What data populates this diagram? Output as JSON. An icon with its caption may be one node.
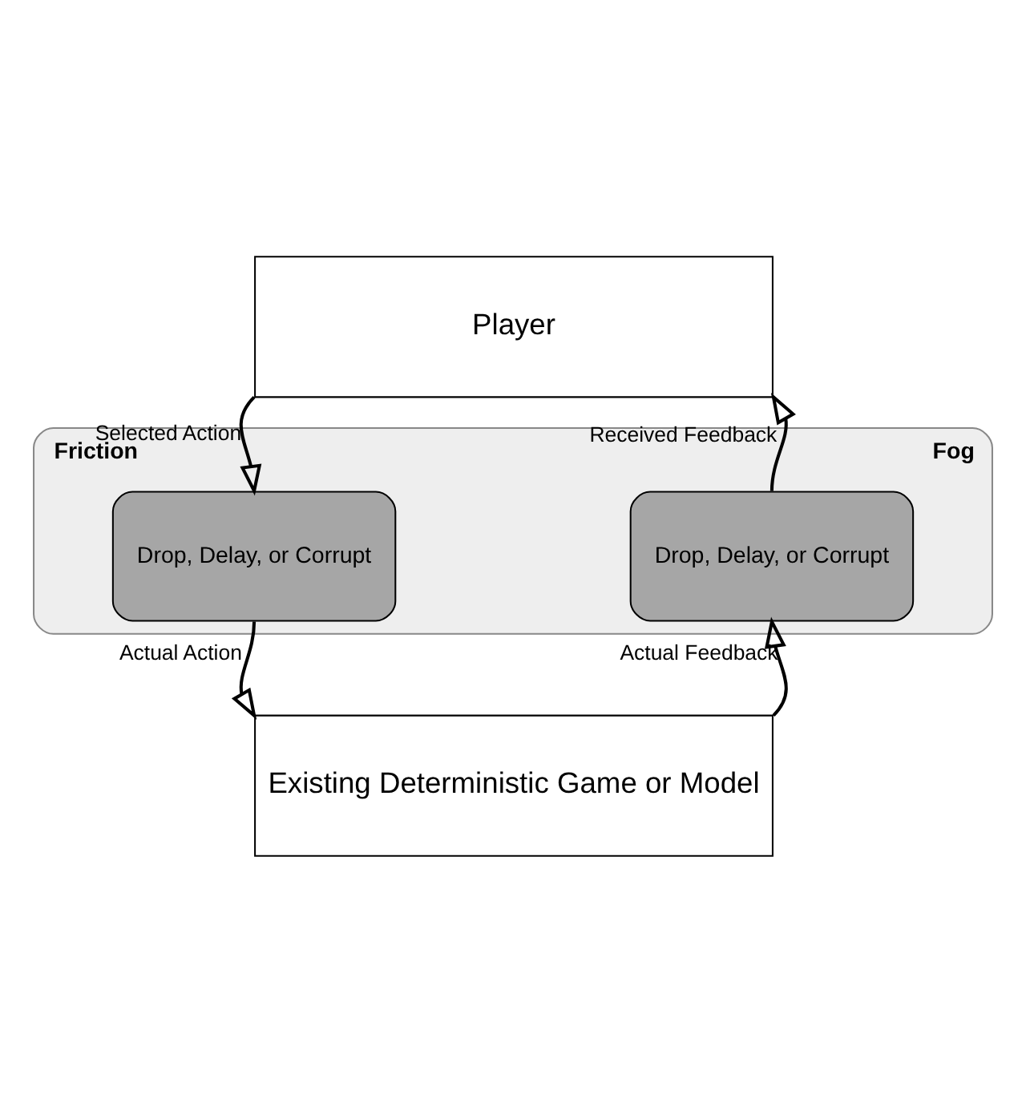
{
  "diagram": {
    "nodes": [
      {
        "text": [
          "Player"
        ]
      },
      {
        "text": [
          "Friction",
          "Fog"
        ]
      },
      {
        "text": [
          "Drop, Delay, or Corrupt"
        ],
        "in": 1
      },
      {
        "text": [
          "Drop, Delay, or Corrupt"
        ],
        "in": 1
      },
      {
        "text": [
          "Existing Deterministic Game or Model"
        ]
      }
    ],
    "edges": [
      {
        "from": 0,
        "to": 2,
        "arrow": "to",
        "label": "Selected Action"
      },
      {
        "from": 2,
        "to": 4,
        "arrow": "to",
        "label": "Actual Action"
      },
      {
        "from": 4,
        "to": 3,
        "arrow": "to",
        "label": "Actual Feedback"
      },
      {
        "from": 3,
        "to": 0,
        "arrow": "to",
        "label": "Received Feedback"
      }
    ]
  }
}
